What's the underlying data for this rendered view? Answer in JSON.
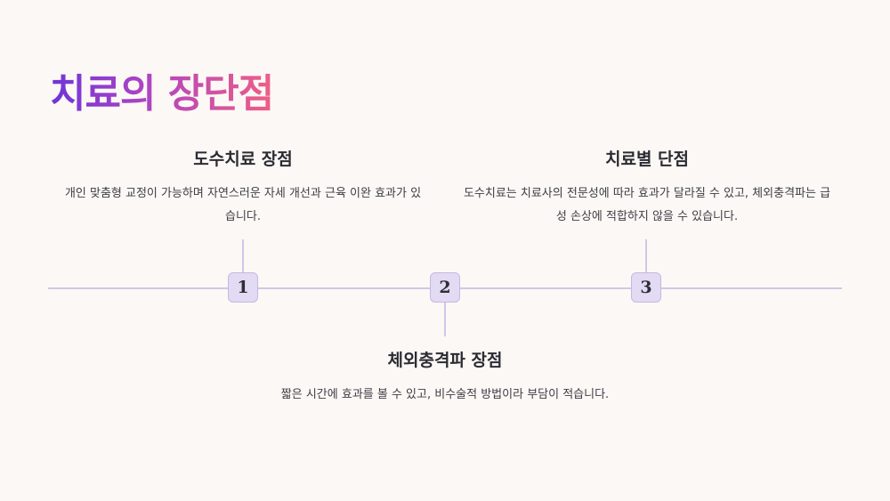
{
  "slide": {
    "title": "치료의 장단점"
  },
  "timeline": {
    "items": [
      {
        "number": "1",
        "heading": "도수치료 장점",
        "description": "개인 맞춤형 교정이 가능하며 자연스러운 자세 개선과 근육 이완 효과가 있습니다."
      },
      {
        "number": "2",
        "heading": "체외충격파 장점",
        "description": "짧은 시간에 효과를 볼 수 있고, 비수술적 방법이라 부담이 적습니다."
      },
      {
        "number": "3",
        "heading": "치료별 단점",
        "description": "도수치료는 치료사의 전문성에 따라 효과가 달라질 수 있고, 체외충격파는 급성 손상에 적합하지 않을 수 있습니다."
      }
    ]
  },
  "colors": {
    "background": "#fcf8f5",
    "line": "#d3c6e6",
    "marker_fill": "#e3daf3",
    "title_gradient": [
      "#6d35d8",
      "#b045c2",
      "#ee5f86"
    ]
  }
}
